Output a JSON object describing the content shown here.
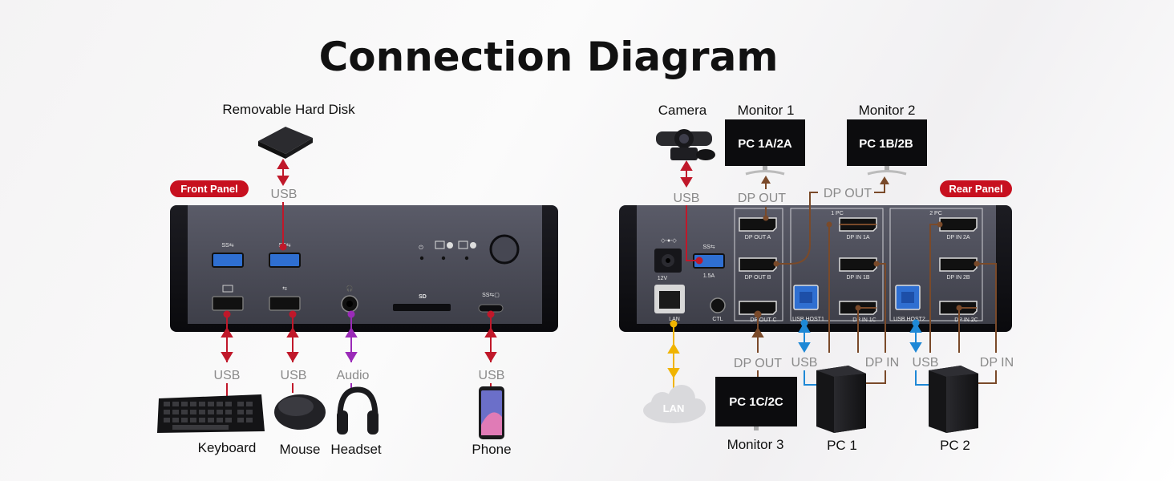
{
  "title": "Connection Diagram",
  "front_panel": {
    "badge": "Front Panel",
    "devices": {
      "hard_disk": "Removable Hard Disk",
      "keyboard": "Keyboard",
      "mouse": "Mouse",
      "headset": "Headset",
      "phone": "Phone"
    },
    "links": {
      "usb_top": "USB",
      "usb_keyboard": "USB",
      "usb_mouse": "USB",
      "audio": "Audio",
      "usb_phone": "USB"
    },
    "port_marks": {
      "sd": "SD"
    }
  },
  "rear_panel": {
    "badge": "Rear Panel",
    "devices": {
      "camera": "Camera",
      "monitor1": "Monitor 1",
      "monitor1_screen": "PC 1A/2A",
      "monitor2": "Monitor 2",
      "monitor2_screen": "PC 1B/2B",
      "monitor3": "Monitor 3",
      "monitor3_screen": "PC 1C/2C",
      "pc1": "PC 1",
      "pc2": "PC 2",
      "lan_cloud": "LAN"
    },
    "links": {
      "usb_camera": "USB",
      "dp_out_1": "DP OUT",
      "dp_out_2": "DP OUT",
      "dp_out_3": "DP OUT",
      "usb_pc1": "USB",
      "dp_in_pc1": "DP IN",
      "usb_pc2": "USB",
      "dp_in_pc2": "DP IN"
    },
    "ports": {
      "v12": "12V",
      "a15": "1.5A",
      "lan": "LAN",
      "ctl": "CTL",
      "dp_out_a": "DP OUT A",
      "dp_out_b": "DP OUT B",
      "dp_out_c": "DP OUT C",
      "dp_in_1a": "DP IN 1A",
      "dp_in_1b": "DP IN 1B",
      "dp_in_1c": "DP IN 1C",
      "dp_in_2a": "DP IN 2A",
      "dp_in_2b": "DP IN 2B",
      "dp_in_2c": "DP IN 2C",
      "usb_host1": "USB HOST1",
      "usb_host2": "USB HOST2",
      "group1": "1 PC",
      "group2": "2 PC"
    }
  },
  "colors": {
    "usb_line": "#c0182a",
    "audio_line": "#9a2bb8",
    "dp_line": "#7a4a2a",
    "lan_line": "#f0b400",
    "host_usb_line": "#1e88d6",
    "badge": "#c7101f",
    "hub_body": "#4d4e5a"
  }
}
